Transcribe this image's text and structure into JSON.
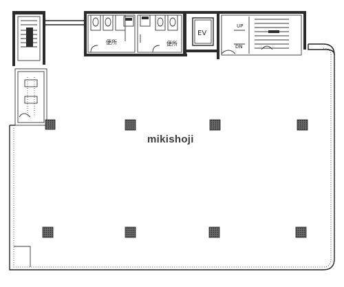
{
  "watermark": "mikishoji",
  "labels": {
    "toilet_left": "便所",
    "toilet_right": "便所",
    "elevator": "EV",
    "stair_up": "UP",
    "stair_down": "DN"
  },
  "colors": {
    "wall": "#1e1e1e",
    "column": "#555555",
    "background": "#ffffff"
  }
}
